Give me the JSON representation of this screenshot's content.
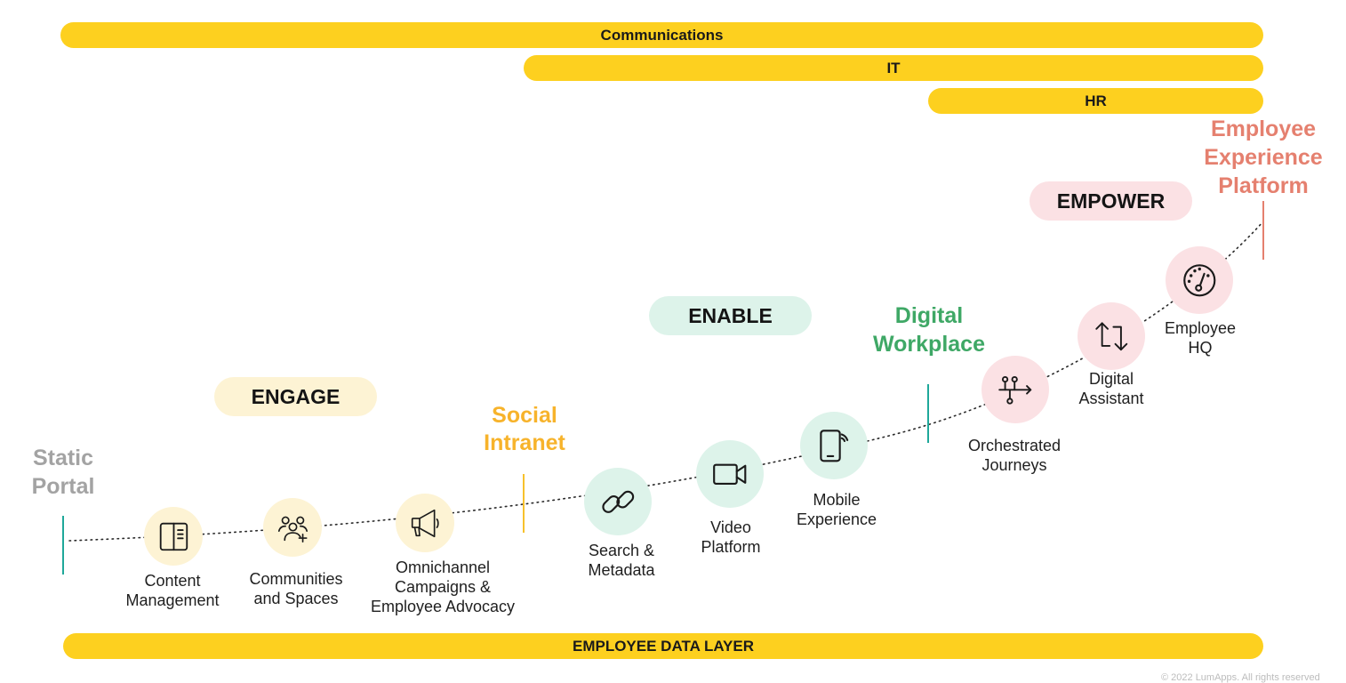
{
  "departments": {
    "communications": "Communications",
    "it": "IT",
    "hr": "HR"
  },
  "phases": {
    "engage": "ENGAGE",
    "enable": "ENABLE",
    "empower": "EMPOWER"
  },
  "stages": {
    "static_portal": "Static\nPortal",
    "social_intranet": "Social\nIntranet",
    "digital_workplace": "Digital\nWorkplace",
    "employee_experience_platform": "Employee\nExperience\nPlatform"
  },
  "capabilities": {
    "content_management": "Content\nManagement",
    "communities_spaces": "Communities\nand Spaces",
    "omnichannel": "Omnichannel\nCampaigns &\nEmployee Advocacy",
    "search_metadata": "Search &\nMetadata",
    "video_platform": "Video\nPlatform",
    "mobile_experience": "Mobile\nExperience",
    "orchestrated_journeys": "Orchestrated\nJourneys",
    "digital_assistant": "Digital\nAssistant",
    "employee_hq": "Employee\nHQ"
  },
  "foundation": "EMPLOYEE DATA LAYER",
  "copyright": "© 2022 LumApps. All rights reserved",
  "icons": [
    "content-management-icon",
    "communities-icon",
    "megaphone-icon",
    "link-icon",
    "video-camera-icon",
    "mobile-icon",
    "journey-flow-icon",
    "swap-arrows-icon",
    "dashboard-gauge-icon"
  ],
  "colors": {
    "yellow": "#fdd01f",
    "engage_pill": "#fdf3d4",
    "enable_pill": "#ddf3ea",
    "empower_pill": "#fbe1e4",
    "static_gray": "#a3a3a3",
    "social_yellow": "#f7b32b",
    "digital_green": "#3fa866",
    "eep_salmon": "#e5806f",
    "teal_tick": "#1fa89a"
  }
}
